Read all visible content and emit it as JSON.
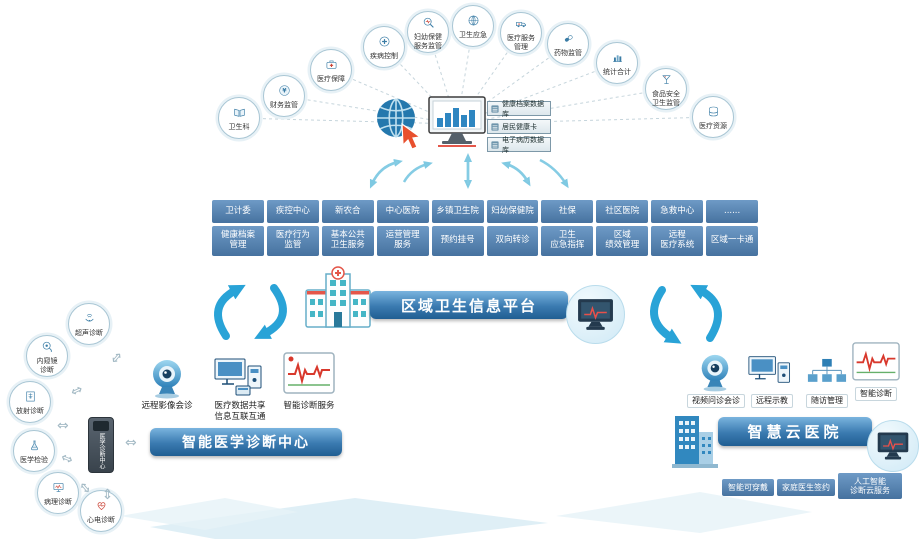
{
  "top_ring": {
    "items": [
      {
        "label": "卫生科",
        "icon": "book-icon"
      },
      {
        "label": "财务监管",
        "icon": "finance-icon"
      },
      {
        "label": "医疗保障",
        "icon": "medkit-icon"
      },
      {
        "label": "疾病控制",
        "icon": "disease-control-icon"
      },
      {
        "label": "妇幼保健\n服务监管",
        "icon": "maternal-care-icon"
      },
      {
        "label": "卫生应急",
        "icon": "emergency-globe-icon"
      },
      {
        "label": "医疗服务\n管理",
        "icon": "medical-service-icon"
      },
      {
        "label": "药物监管",
        "icon": "drug-icon"
      },
      {
        "label": "统计合计",
        "icon": "stats-icon"
      },
      {
        "label": "食品安全\n卫生监管",
        "icon": "food-safety-icon"
      },
      {
        "label": "医疗资源",
        "icon": "resources-icon"
      }
    ]
  },
  "center": {
    "databases": [
      "健康档案数据库",
      "居民健康卡",
      "电子病历数据库"
    ]
  },
  "org_row": [
    "卫计委",
    "疾控中心",
    "新农合",
    "中心医院",
    "乡镇卫生院",
    "妇幼保健院",
    "社保",
    "社区医院",
    "急救中心",
    "......"
  ],
  "service_row": [
    "健康档案\n管理",
    "医疗行为\n监管",
    "基本公共\n卫生服务",
    "运营管理\n服务",
    "预约挂号",
    "双向转诊",
    "卫生\n应急指挥",
    "区域\n绩效管理",
    "远程\n医疗系统",
    "区域一卡通"
  ],
  "platform": {
    "title": "区域卫生信息平台"
  },
  "diagnosis_center": {
    "title": "智能医学诊断中心",
    "hub_label": "医学诊断中心",
    "services": [
      {
        "label": "远程影像会诊",
        "icon": "webcam-icon"
      },
      {
        "label": "医疗数据共享\n信息互联互通",
        "icon": "monitors-icon"
      },
      {
        "label": "智能诊断服务",
        "icon": "ecg-icon"
      }
    ],
    "modalities": [
      {
        "label": "超声诊断",
        "icon": "ultrasound-icon"
      },
      {
        "label": "内窥镜\n诊断",
        "icon": "endoscope-icon"
      },
      {
        "label": "放射诊断",
        "icon": "xray-icon"
      },
      {
        "label": "医学检验",
        "icon": "lab-icon"
      },
      {
        "label": "病理诊断",
        "icon": "pathology-icon"
      },
      {
        "label": "心电诊断",
        "icon": "heart-ecg-icon"
      }
    ]
  },
  "cloud_hospital": {
    "title": "智慧云医院",
    "services": [
      {
        "label": "视频问诊会诊",
        "icon": "webcam-icon"
      },
      {
        "label": "远程示教",
        "icon": "monitors-icon"
      },
      {
        "label": "随访管理",
        "icon": "orgchart-icon"
      },
      {
        "label": "智能诊断",
        "icon": "ecg-icon"
      }
    ],
    "buttons": [
      "智能可穿戴",
      "家庭医生签约",
      "人工智能\n诊断云服务"
    ]
  },
  "colors": {
    "accent_blue": "#29a3d7",
    "button_blue": "#46729f",
    "bar_dark_blue": "#205e92",
    "alert_red": "#d8382c"
  }
}
